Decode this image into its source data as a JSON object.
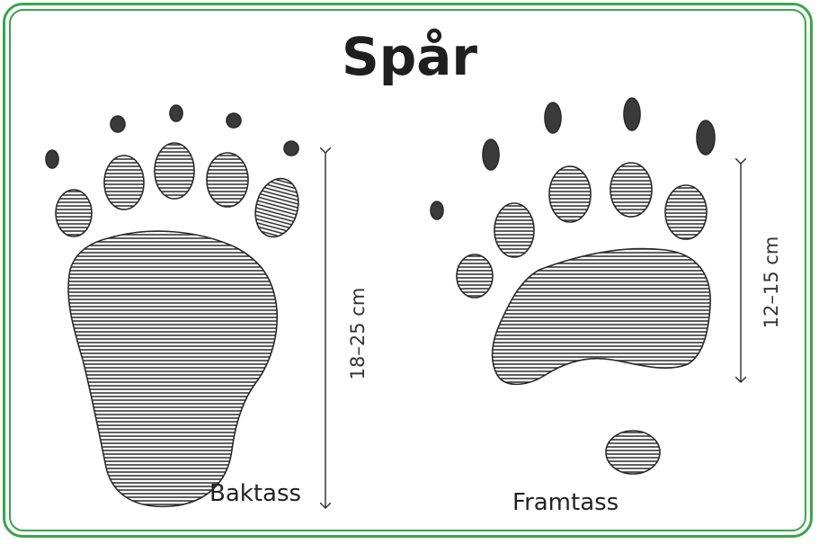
{
  "title": "Spår",
  "hind_paw": {
    "label": "Baktass",
    "measurement": "18–25 cm"
  },
  "front_paw": {
    "label": "Framtass",
    "measurement": "12–15 cm"
  },
  "colors": {
    "frame": "#3aa64a",
    "ink": "#2a2a2a",
    "paper": "#ffffff"
  }
}
